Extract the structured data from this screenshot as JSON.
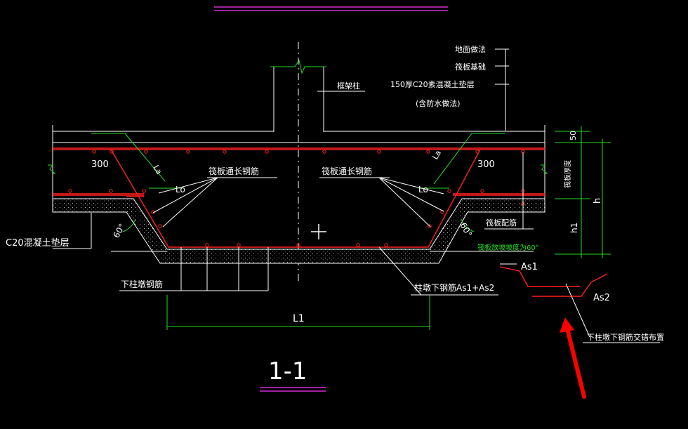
{
  "colors": {
    "background": "#000000",
    "line": "#ffffff",
    "rebar": "#ff2020",
    "dimension": "#22dd22",
    "title_underline": "#ff33ff",
    "arrow": "#ff0000"
  },
  "labels": {
    "floor_finish": "地面做法",
    "raft_base": "筏板基础",
    "cushion": "150厚C20素混凝土垫层",
    "waterproof": "(含防水做法)",
    "frame_column": "框架柱",
    "raft_long_bar_left": "筏板通长钢筋",
    "raft_long_bar_right": "筏板通长钢筋",
    "c20_cushion": "C20混凝土垫层",
    "column_pier_bar": "下柱墩钢筋",
    "pier_lower_bar": "柱墩下钢筋As1+As2",
    "raft_distribution": "筏板配筋",
    "slope_note": "筏板放坡坡度为60°",
    "raft_thickness": "筏板厚度",
    "pier_bar_staggered": "下柱墩下钢筋交错布置",
    "as1": "As1",
    "as2": "As2",
    "lo_left": "Lo",
    "lo_right": "Lo",
    "la_left": "La",
    "la_right": "La",
    "dim_300_left": "300",
    "dim_300_right": "300",
    "dim_50": "50",
    "dim_h": "h",
    "dim_h1": "h1",
    "dim_l1": "L1",
    "angle_left": "60°",
    "angle_right": "60°",
    "section_title": "1-1"
  }
}
